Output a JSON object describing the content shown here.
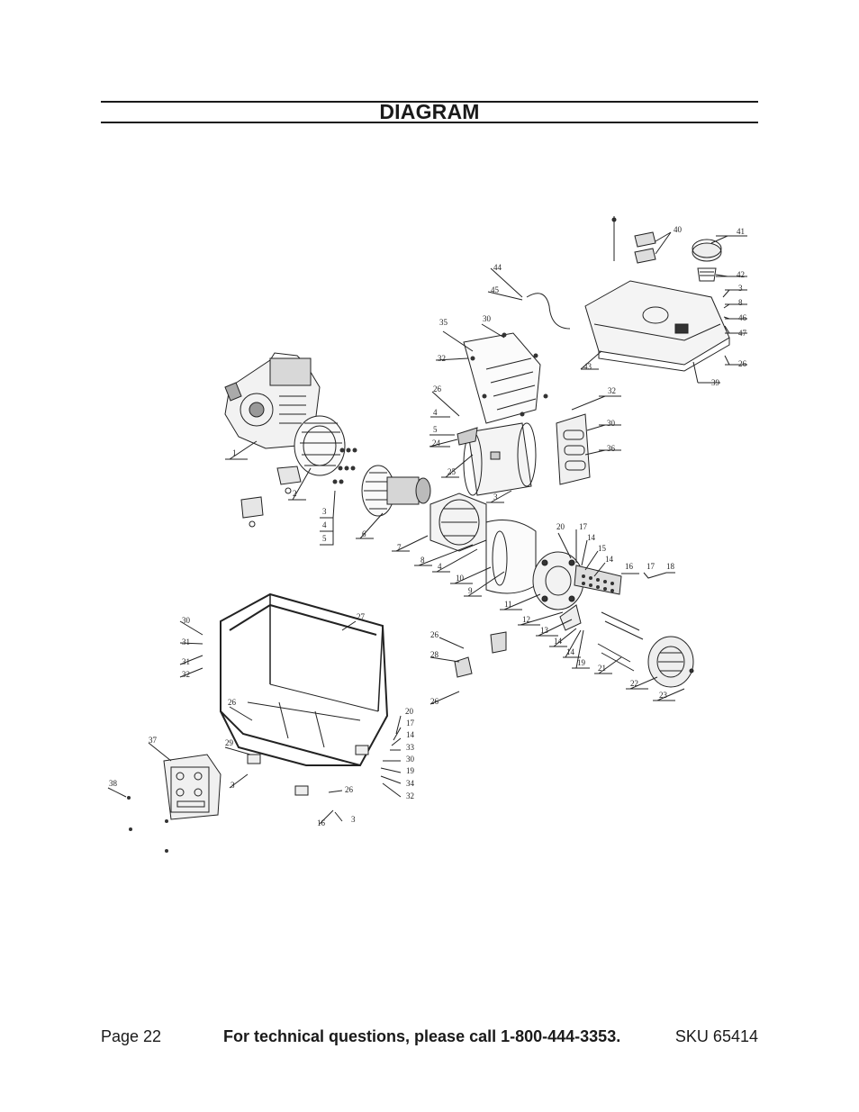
{
  "header": {
    "title": "DIAGRAM"
  },
  "footer": {
    "page": "Page 22",
    "contact": "For technical questions, please call 1-800-444-3353.",
    "sku": "SKU 65414"
  },
  "diagram": {
    "callouts": [
      "1",
      "2",
      "3",
      "4",
      "5",
      "6",
      "7",
      "8",
      "4",
      "10",
      "9",
      "11",
      "12",
      "13",
      "14",
      "14",
      "19",
      "21",
      "22",
      "23",
      "20",
      "17",
      "14",
      "15",
      "14",
      "16",
      "17",
      "18",
      "25",
      "3",
      "24",
      "4",
      "5",
      "26",
      "35",
      "30",
      "32",
      "44",
      "45",
      "43",
      "32",
      "30",
      "36",
      "40",
      "41",
      "42",
      "3",
      "8",
      "46",
      "47",
      "26",
      "39",
      "27",
      "30",
      "31",
      "31",
      "32",
      "26",
      "28",
      "26",
      "26",
      "29",
      "3",
      "37",
      "38",
      "20",
      "17",
      "14",
      "33",
      "30",
      "19",
      "34",
      "32",
      "26",
      "16",
      "3"
    ]
  }
}
